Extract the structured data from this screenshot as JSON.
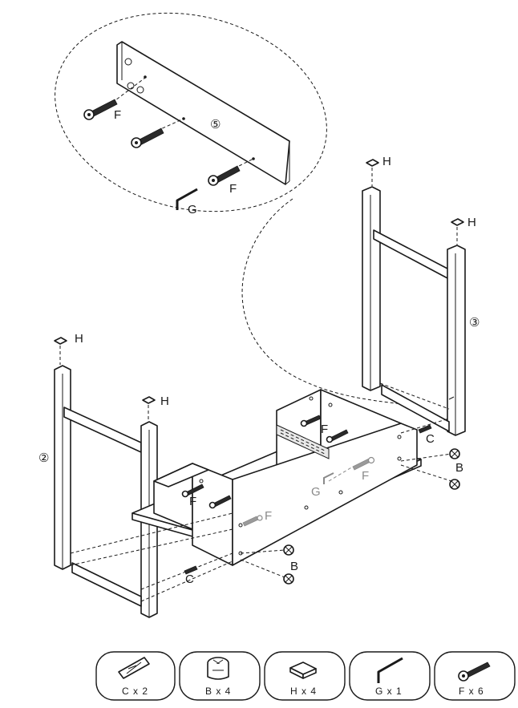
{
  "diagram": {
    "part_labels": {
      "F_top_1": "F",
      "F_top_2": "F",
      "G_top": "G",
      "H_right_1": "H",
      "H_right_2": "H",
      "H_left_1": "H",
      "H_left_2": "H",
      "F_mid_1": "F",
      "F_mid_2": "F",
      "F_gray": "F",
      "G_gray": "G",
      "F_front": "F",
      "C_right": "C",
      "B_right": "B",
      "C_left": "C",
      "B_left": "B"
    },
    "circled_numbers": {
      "panel": "⑤",
      "right_frame": "③",
      "left_frame": "②"
    }
  },
  "legend": [
    {
      "id": "C",
      "label": "C x 2",
      "icon": "dowel-icon"
    },
    {
      "id": "B",
      "label": "B x 4",
      "icon": "cam-lock-icon"
    },
    {
      "id": "H",
      "label": "H x 4",
      "icon": "cap-icon"
    },
    {
      "id": "G",
      "label": "G x 1",
      "icon": "allen-key-icon"
    },
    {
      "id": "F",
      "label": "F x 6",
      "icon": "bolt-icon"
    }
  ],
  "colors": {
    "ink": "#1a1a1a",
    "gray": "#8a8a8a",
    "background": "#ffffff"
  }
}
